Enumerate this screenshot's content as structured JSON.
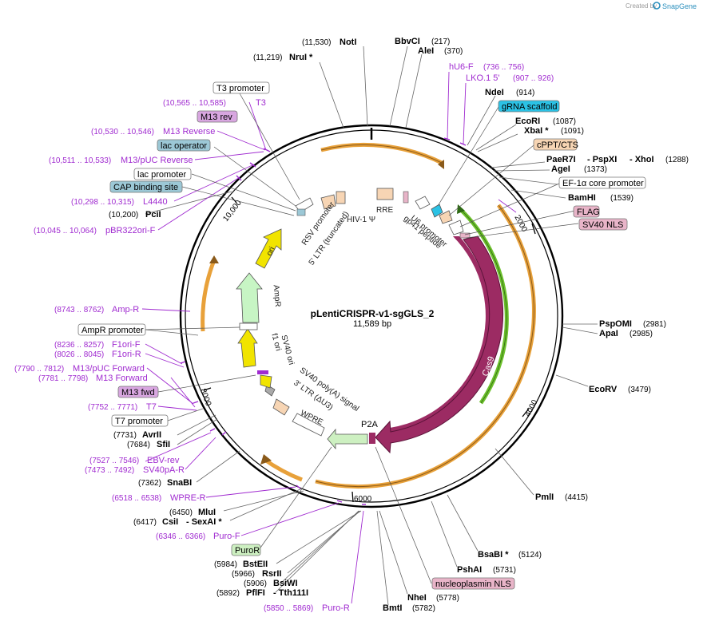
{
  "header": {
    "created_by": "Created by",
    "brand": "SnapGene"
  },
  "plasmid": {
    "name": "pLentiCRISPR-v1-sgGLS_2",
    "size": "11,589 bp"
  },
  "ticks": [
    "2000",
    "4000",
    "6000",
    "8000",
    "10,000"
  ],
  "enzymes": {
    "NotI": {
      "name": "NotI",
      "pos": "(11,530)"
    },
    "NruI": {
      "name": "NruI *",
      "pos": "(11,219)"
    },
    "BbvCI": {
      "name": "BbvCI",
      "pos": "(217)"
    },
    "AleI": {
      "name": "AleI",
      "pos": "(370)"
    },
    "NdeI": {
      "name": "NdeI",
      "pos": "(914)"
    },
    "EcoRI": {
      "name": "EcoRI",
      "pos": "(1087)"
    },
    "XbaI": {
      "name": "XbaI *",
      "pos": "(1091)"
    },
    "PaeR7I": {
      "name": "PaeR7I",
      "pos": ""
    },
    "PspXI": {
      "name": "- PspXI",
      "pos": ""
    },
    "XhoI": {
      "name": "- XhoI",
      "pos": "(1288)"
    },
    "AgeI": {
      "name": "AgeI",
      "pos": "(1373)"
    },
    "BamHI": {
      "name": "BamHI",
      "pos": "(1539)"
    },
    "PspOMI": {
      "name": "PspOMI",
      "pos": "(2981)"
    },
    "ApaI": {
      "name": "ApaI",
      "pos": "(2985)"
    },
    "EcoRV": {
      "name": "EcoRV",
      "pos": "(3479)"
    },
    "PmlI": {
      "name": "PmlI",
      "pos": "(4415)"
    },
    "BsaBI": {
      "name": "BsaBI *",
      "pos": "(5124)"
    },
    "PshAI": {
      "name": "PshAI",
      "pos": "(5731)"
    },
    "NheI": {
      "name": "NheI",
      "pos": "(5778)"
    },
    "BmtI": {
      "name": "BmtI",
      "pos": "(5782)"
    },
    "BstEII": {
      "name": "BstEII",
      "pos": "(5984)"
    },
    "RsrII": {
      "name": "RsrII",
      "pos": "(5966)"
    },
    "BsiWI": {
      "name": "BsiWI",
      "pos": "(5906)"
    },
    "PflFI": {
      "name": "PflFI",
      "pos": "(5892)"
    },
    "Tth111I": {
      "name": "- Tth111I",
      "pos": ""
    },
    "MluI": {
      "name": "MluI",
      "pos": "(6450)"
    },
    "CsiI": {
      "name": "CsiI",
      "pos": "(6417)"
    },
    "SexAI": {
      "name": "- SexAI *",
      "pos": ""
    },
    "SnaBI": {
      "name": "SnaBI",
      "pos": "(7362)"
    },
    "AvrII": {
      "name": "AvrII",
      "pos": "(7731)"
    },
    "SfiI": {
      "name": "SfiI",
      "pos": "(7684)"
    },
    "PciI": {
      "name": "PciI",
      "pos": "(10,200)"
    }
  },
  "primers": {
    "hU6F": {
      "name": "hU6-F",
      "pos": "(736 .. 756)"
    },
    "LKO1": {
      "name": "LKO.1 5'",
      "pos": "(907 .. 926)"
    },
    "T3": {
      "name": "T3",
      "pos": "(10,565 .. 10,585)"
    },
    "M13rev": {
      "name": "M13 Reverse",
      "pos": "(10,530 .. 10,546)"
    },
    "M13pUCrev": {
      "name": "M13/pUC Reverse",
      "pos": "(10,511 .. 10,533)"
    },
    "L4440": {
      "name": "L4440",
      "pos": "(10,298 .. 10,315)"
    },
    "pBR322": {
      "name": "pBR322ori-F",
      "pos": "(10,045 .. 10,064)"
    },
    "AmpR": {
      "name": "Amp-R",
      "pos": "(8743 .. 8762)"
    },
    "F1oriF": {
      "name": "F1ori-F",
      "pos": "(8236 .. 8257)"
    },
    "F1oriR": {
      "name": "F1ori-R",
      "pos": "(8026 .. 8045)"
    },
    "M13pUCfwd": {
      "name": "M13/pUC Forward",
      "pos": "(7790 .. 7812)"
    },
    "M13fwd": {
      "name": "M13 Forward",
      "pos": "(7781 .. 7798)"
    },
    "T7": {
      "name": "T7",
      "pos": "(7752 .. 7771)"
    },
    "EBVrev": {
      "name": "EBV-rev",
      "pos": "(7527 .. 7546)"
    },
    "SV40pAR": {
      "name": "SV40pA-R",
      "pos": "(7473 .. 7492)"
    },
    "WPRER": {
      "name": "WPRE-R",
      "pos": "(6518 .. 6538)"
    },
    "PuroF": {
      "name": "Puro-F",
      "pos": "(6346 .. 6366)"
    },
    "PuroR": {
      "name": "Puro-R",
      "pos": "(5850 .. 5869)"
    }
  },
  "boxed": {
    "T3promoter": "T3 promoter",
    "M13revBox": "M13 rev",
    "lacOperator": "lac operator",
    "lacPromoter": "lac promoter",
    "CAP": "CAP binding site",
    "gRNA": "gRNA scaffold",
    "cPPT": "cPPT/CTS",
    "EF1a": "EF-1α core promoter",
    "FLAG": "FLAG",
    "SV40NLS": "SV40 NLS",
    "AmpRpromoter": "AmpR promoter",
    "M13fwdBox": "M13 fwd",
    "T7promoter": "T7 promoter",
    "PuroRbox": "PuroR",
    "nucleoplasmin": "nucleoplasmin NLS"
  },
  "features": {
    "RSVpromoter": "RSV promoter",
    "LTR5": "5' LTR (truncated)",
    "HIV": "HIV-1 Ψ",
    "RRE": "RRE",
    "gp41": "gp41 peptide",
    "U6": "U6 promoter",
    "Cas9": "Cas9",
    "ori": "ori",
    "AmpR": "AmpR",
    "f1ori": "f1 ori",
    "SV40ori": "SV40 ori",
    "SV40polyA": "SV40 poly(A) signal",
    "LTR3": "3' LTR (ΔU3)",
    "WPRE": "WPRE",
    "P2A": "P2A"
  },
  "colors": {
    "cas9": "#9c2b63",
    "ori": "#f1e400",
    "ampr": "#c7f5c4",
    "ltr": "#f7d5b4",
    "orange": "#f4a73a",
    "green": "#6cbf2b",
    "primer": "#a02bd0",
    "blue": "#2bc2e5",
    "lavender": "#d8a6e0",
    "teal": "#9cc8d6",
    "pink": "#e8b4c8",
    "paleGreen": "#cdf0c1"
  }
}
